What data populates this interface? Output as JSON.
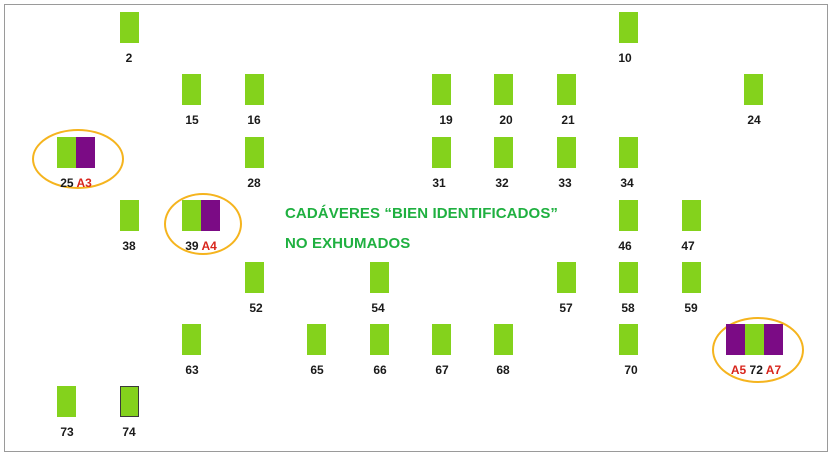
{
  "title": {
    "line1": "CADÁVERES “BIEN IDENTIFICADOS”",
    "line2": "NO EXHUMADOS"
  },
  "colors": {
    "identified": "#84d21c",
    "exhumed": "#7b0b85",
    "id_text": "#d8251c",
    "highlight": "#f5b41e",
    "title": "#1fb040"
  },
  "labels": {
    "g2": "2",
    "g10": "10",
    "g15": "15",
    "g16": "16",
    "g19": "19",
    "g20": "20",
    "g21": "21",
    "g24": "24",
    "g25": "25",
    "g25a": "A3",
    "g28": "28",
    "g31": "31",
    "g32": "32",
    "g33": "33",
    "g34": "34",
    "g38": "38",
    "g39": "39",
    "g39a": "A4",
    "g46": "46",
    "g47": "47",
    "g52": "52",
    "g54": "54",
    "g57": "57",
    "g58": "58",
    "g59": "59",
    "g63": "63",
    "g65": "65",
    "g66": "66",
    "g67": "67",
    "g68": "68",
    "g70": "70",
    "g72a1": "A5",
    "g72": "72",
    "g72a2": "A7",
    "g73": "73",
    "g74": "74"
  }
}
